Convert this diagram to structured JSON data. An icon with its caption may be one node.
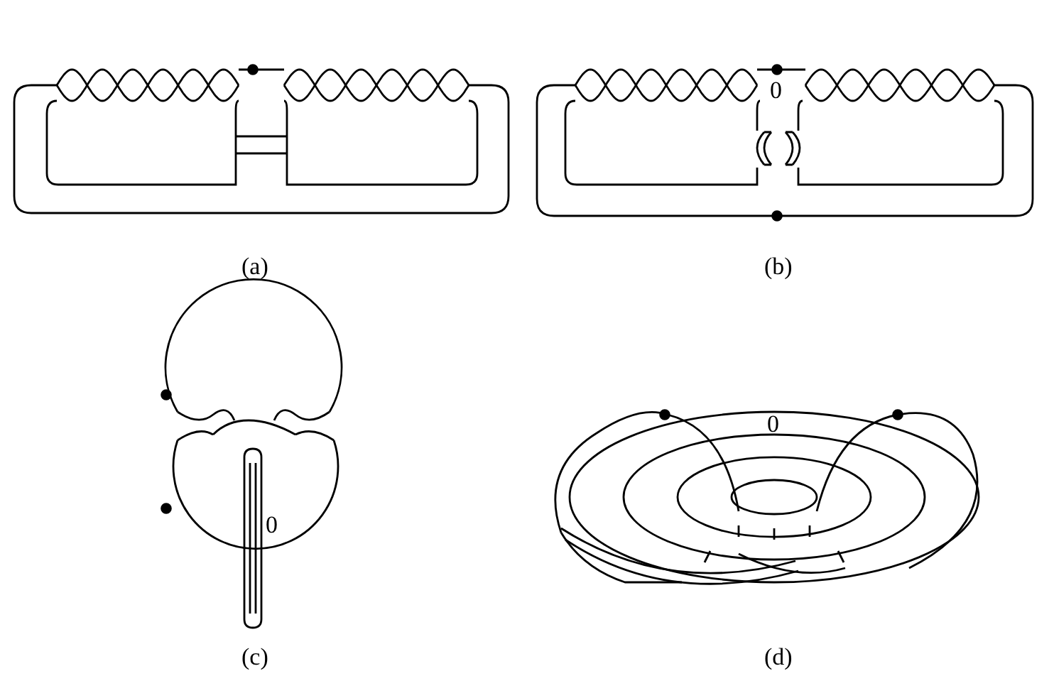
{
  "diagram": {
    "labels": [
      "0",
      "(a)",
      "(b)",
      "0",
      "0",
      "(c)",
      "(d)"
    ]
  }
}
